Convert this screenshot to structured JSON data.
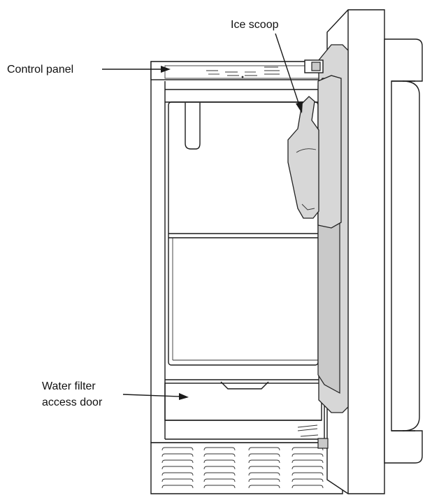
{
  "labels": {
    "control_panel": "Control panel",
    "ice_scoop": "Ice scoop",
    "water_filter_line1": "Water filter",
    "water_filter_line2": "access door"
  },
  "colors": {
    "line": "#1a1a1a",
    "shaded_part": "#d7d7d7",
    "background": "#ffffff"
  }
}
